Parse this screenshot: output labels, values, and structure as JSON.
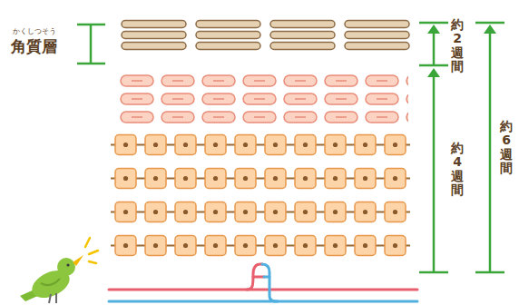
{
  "diagram": {
    "labels": [
      "かくしつそう",
      "角質層",
      "約2週間",
      "約4週間",
      "約6週間"
    ]
  }
}
